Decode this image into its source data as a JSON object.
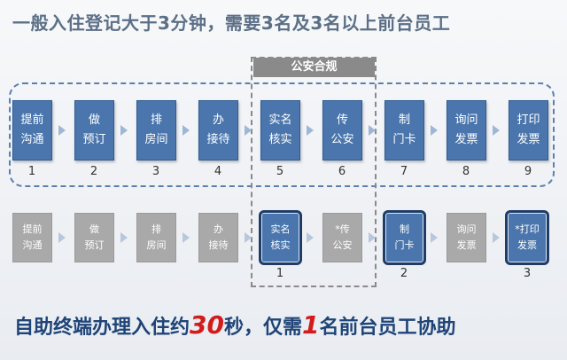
{
  "title": "一般入住登记大于3分钟，需要3名及3名以上前台员工",
  "compliance_label": "公安合规",
  "row1": [
    {
      "l1": "提前",
      "l2": "沟通",
      "num": "1"
    },
    {
      "l1": "做",
      "l2": "预订",
      "num": "2"
    },
    {
      "l1": "排",
      "l2": "房间",
      "num": "3"
    },
    {
      "l1": "办",
      "l2": "接待",
      "num": "4"
    },
    {
      "l1": "实名",
      "l2": "核实",
      "num": "5"
    },
    {
      "l1": "传",
      "l2": "公安",
      "num": "6"
    },
    {
      "l1": "制",
      "l2": "门卡",
      "num": "7"
    },
    {
      "l1": "询问",
      "l2": "发票",
      "num": "8"
    },
    {
      "l1": "打印",
      "l2": "发票",
      "num": "9"
    }
  ],
  "row2": [
    {
      "l1": "提前",
      "l2": "沟通"
    },
    {
      "l1": "做",
      "l2": "预订"
    },
    {
      "l1": "排",
      "l2": "房间"
    },
    {
      "l1": "办",
      "l2": "接待"
    },
    {
      "l1": "实名",
      "l2": "核实",
      "num": "1"
    },
    {
      "l1": "*传",
      "l2": "公安"
    },
    {
      "l1": "制",
      "l2": "门卡",
      "num": "2"
    },
    {
      "l1": "询问",
      "l2": "发票"
    },
    {
      "l1": "*打印",
      "l2": "发票",
      "num": "3"
    }
  ],
  "bottom": {
    "part1": "自助终端办理入住约",
    "seconds": "30",
    "part2": "秒，仅需",
    "staff": "1",
    "part3": "名前台员工协助"
  }
}
